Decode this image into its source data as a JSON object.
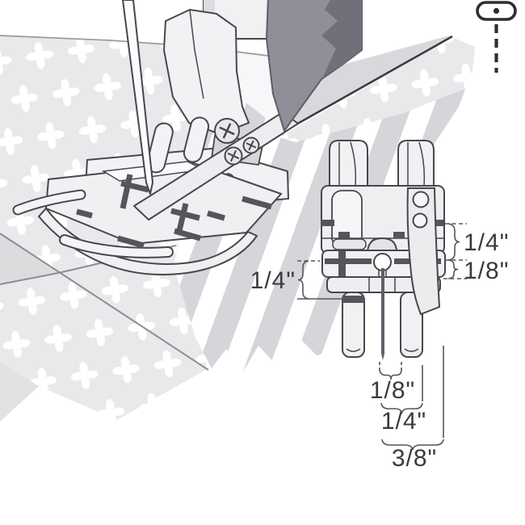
{
  "title": "quarter-inch presser foot measurement diagram",
  "measurements": {
    "left_foot_width": "1/4\"",
    "right_back_gap": "1/4\"",
    "right_front_gap": "1/8\"",
    "needle_to_inner_toe": "1/8\"",
    "needle_to_outer_toe": "1/4\"",
    "needle_to_guide": "3/8\""
  },
  "icons": {
    "straight_stitch": "straight-stitch-needle-position-icon"
  },
  "colors": {
    "line_art": "#47474c",
    "dark_marking": "#55555b",
    "stripe_gray": "#d6d6da",
    "clover_background": "#e9e9ec",
    "machine_gray": "#8f8f99",
    "text": "#3a3a3f",
    "icon": "#2d2d32"
  }
}
